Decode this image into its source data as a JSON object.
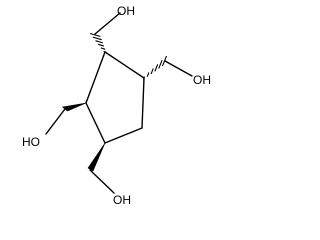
{
  "molecule": {
    "atom_labels": {
      "oh_top": "OH",
      "oh_right": "OH",
      "oh_left": "HO",
      "oh_bottom": "OH"
    },
    "bond_color": "#000000",
    "label_color": "#000000",
    "background_color": "#ffffff"
  }
}
